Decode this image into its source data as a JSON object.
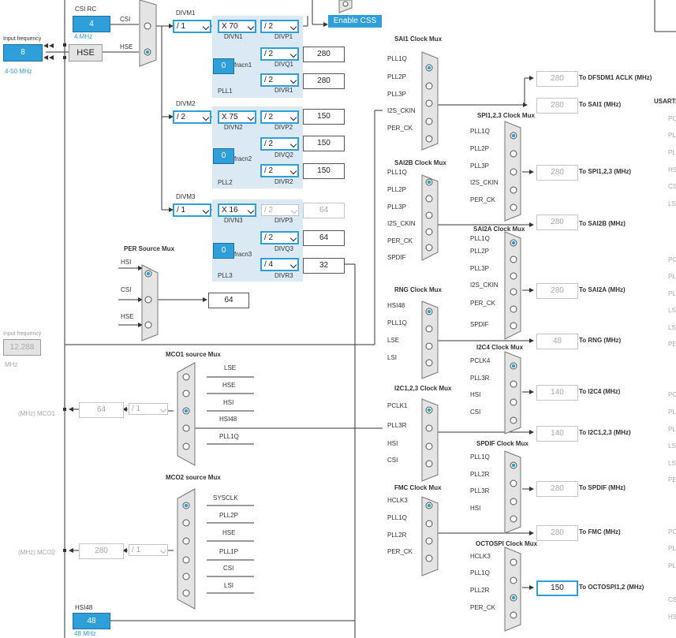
{
  "inputs": {
    "csi_rc": {
      "title": "CSI RC",
      "value": "4",
      "unit": "4 MHz"
    },
    "hse": {
      "title": "Input frequency",
      "value": "8",
      "range": "4-50 MHz",
      "label": "HSE"
    },
    "lse_in": {
      "title": "Input frequency",
      "value": "12.288",
      "unit": "MHz"
    },
    "hsi48": {
      "title": "HSI48",
      "value": "48",
      "unit": "48 MHz"
    }
  },
  "pll_mux_inputs": [
    "CSI",
    "HSE"
  ],
  "enable_css_label": "Enable CSS",
  "pll": {
    "pll1": {
      "divm_label": "DIVM1",
      "divm": "/ 1",
      "divn": "X 70",
      "divn_label": "DIVN1",
      "fracn": "0",
      "fracn_label": "fracn1",
      "name": "PLL1",
      "divp": "/ 2",
      "divp_label": "DIVP1",
      "divq": "/ 2",
      "divq_label": "DIVQ1",
      "q_out": "280",
      "divr": "/ 2",
      "divr_label": "DIVR1",
      "r_out": "280"
    },
    "pll2": {
      "divm_label": "DIVM2",
      "divm": "/ 2",
      "divn": "X 75",
      "divn_label": "DIVN2",
      "fracn": "0",
      "fracn_label": "fracn2",
      "name": "PLL2",
      "divp": "/ 2",
      "divp_label": "DIVP2",
      "p_out": "150",
      "divq": "/ 2",
      "divq_label": "DIVQ2",
      "q_out": "150",
      "divr": "/ 2",
      "divr_label": "DIVR2",
      "r_out": "150"
    },
    "pll3": {
      "divm_label": "DIVM3",
      "divm": "/ 1",
      "divn": "X 16",
      "divn_label": "DIVN3",
      "fracn": "0",
      "fracn_label": "fracn3",
      "name": "PLL3",
      "divp": "/ 2",
      "divp_label": "DIVP3",
      "p_out": "64",
      "divq": "/ 2",
      "divq_label": "DIVQ3",
      "q_out": "64",
      "divr": "/ 4",
      "divr_label": "DIVR3",
      "r_out": "32"
    }
  },
  "per_mux": {
    "title": "PER Source Mux",
    "inputs": [
      "HSI",
      "CSI",
      "HSE"
    ],
    "out": "64"
  },
  "mco1": {
    "title": "MCO1 source Mux",
    "inputs": [
      "LSE",
      "HSE",
      "HSI",
      "HSI48",
      "PLL1Q"
    ],
    "div": "/ 1",
    "val": "64",
    "label": "(MHz) MCO1"
  },
  "mco2": {
    "title": "MCO2 source Mux",
    "inputs": [
      "SYSCLK",
      "PLL2P",
      "HSE",
      "PLL1P",
      "CSI",
      "LSI"
    ],
    "div": "/ 1",
    "val": "280",
    "label": "(MHz) MCO2"
  },
  "sai1_mux": {
    "title": "SAI1 Clock Mux",
    "inputs": [
      "PLL1Q",
      "PLL2P",
      "PLL3P",
      "I2S_CKIN",
      "PER_CK"
    ]
  },
  "sai2b_mux": {
    "title": "SAI2B Clock Mux",
    "inputs": [
      "PLL1Q",
      "PLL2P",
      "PLL3P",
      "I2S_CKIN",
      "PER_CK",
      "SPDIF"
    ]
  },
  "rng_mux": {
    "title": "RNG Clock Mux",
    "inputs": [
      "HSI48",
      "PLL1Q",
      "LSE",
      "LSI"
    ]
  },
  "i2c123_mux": {
    "title": "I2C1,2,3 Clock Mux",
    "inputs": [
      "PCLK1",
      "PLL3R",
      "HSI",
      "CSI"
    ]
  },
  "fmc_mux": {
    "title": "FMC Clock Mux",
    "inputs": [
      "HCLK3",
      "PLL1Q",
      "PLL2R",
      "PER_CK"
    ]
  },
  "spi123_mux": {
    "title": "SPI1,2,3 Clock Mux",
    "inputs": [
      "PLL1Q",
      "PLL2P",
      "PLL3P",
      "I2S_CKIN",
      "PER_CK"
    ]
  },
  "sai2a_mux": {
    "title": "SAI2A Clock Mux",
    "inputs": [
      "PLL1Q",
      "PLL2P",
      "PLL3P",
      "I2S_CKIN",
      "PER_CK",
      "SPDIF"
    ]
  },
  "i2c4_mux": {
    "title": "I2C4 Clock Mux",
    "inputs": [
      "PCLK4",
      "PLL3R",
      "HSI",
      "CSI"
    ]
  },
  "spdif_mux": {
    "title": "SPDIF Clock Mux",
    "inputs": [
      "PLL1Q",
      "PLL2R",
      "PLL3R",
      "HSI"
    ]
  },
  "octospi_mux": {
    "title": "OCTOSPI Clock Mux",
    "inputs": [
      "HCLK3",
      "PLL1Q",
      "PLL2R",
      "PER_CK"
    ]
  },
  "outputs": [
    {
      "val": "280",
      "label": "To DFSDM1 ACLK (MHz)"
    },
    {
      "val": "280",
      "label": "To SAI1 (MHz)"
    },
    {
      "val": "280",
      "label": "To SPI1,2,3 (MHz)"
    },
    {
      "val": "280",
      "label": "To SAI2B (MHz)"
    },
    {
      "val": "280",
      "label": "To SAI2A (MHz)"
    },
    {
      "val": "48",
      "label": "To RNG (MHz)"
    },
    {
      "val": "140",
      "label": "To I2C4 (MHz)"
    },
    {
      "val": "140",
      "label": "To I2C1,2,3 (MHz)"
    },
    {
      "val": "280",
      "label": "To SPDIF (MHz)"
    },
    {
      "val": "280",
      "label": "To FMC (MHz)"
    },
    {
      "val": "150",
      "label": "To OCTOSPI1,2 (MHz)"
    }
  ],
  "right_edge": {
    "usart_label": "USART:",
    "labels": [
      "PC",
      "PL",
      "PL",
      "HS",
      "CS",
      "LS",
      "PC",
      "PL",
      "PL",
      "LS",
      "LS",
      "PE",
      "PC",
      "PL",
      "PL",
      "LS",
      "LS",
      "PE",
      "PC",
      "PL",
      "PL",
      "CS",
      "HS"
    ]
  }
}
